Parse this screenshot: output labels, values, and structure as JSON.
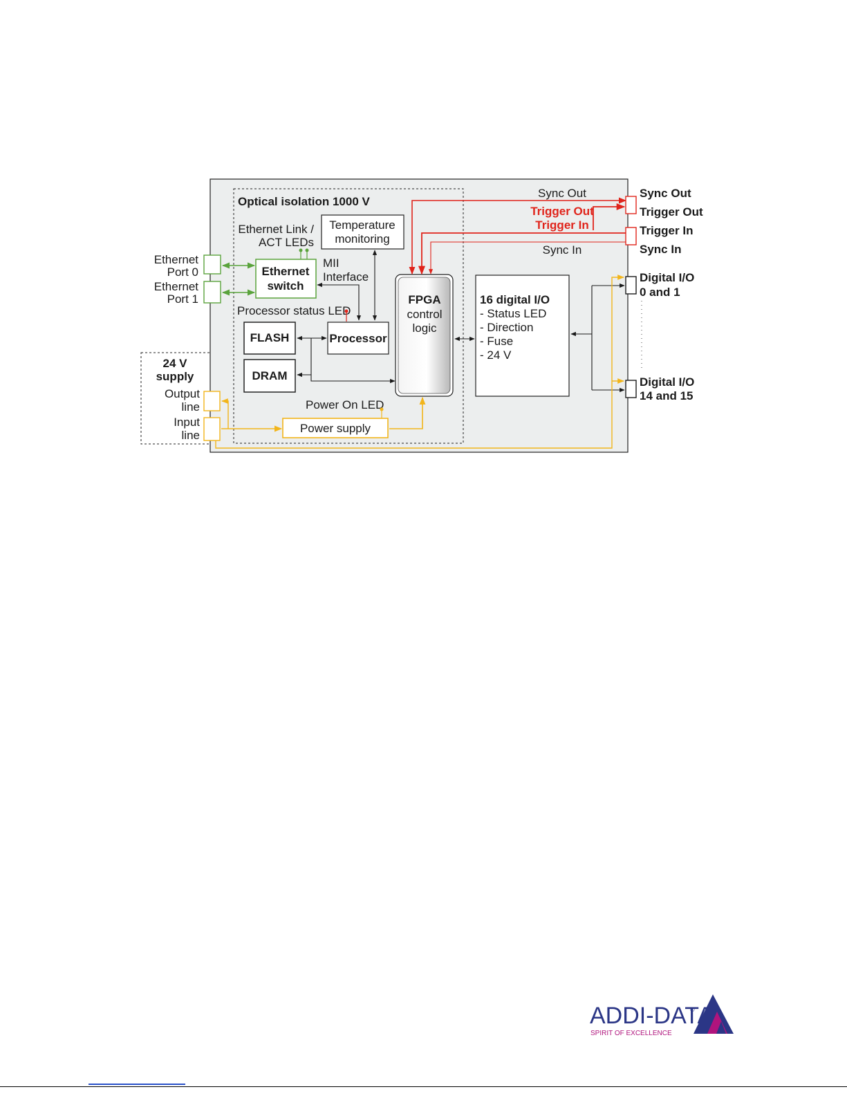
{
  "diagram": {
    "isolation_title": "Optical isolation 1000 V",
    "ethernet_link_leds": [
      "Ethernet Link /",
      "ACT LEDs"
    ],
    "temperature": [
      "Temperature",
      "monitoring"
    ],
    "ethernet_switch": [
      "Ethernet",
      "switch"
    ],
    "mii_interface": [
      "MII",
      "Interface"
    ],
    "processor_status_led": "Processor status LED",
    "flash": "FLASH",
    "dram": "DRAM",
    "processor": "Processor",
    "fpga": [
      "FPGA",
      "control",
      "logic"
    ],
    "digital_io_block": {
      "title": "16 digital I/O",
      "items": [
        "- Status LED",
        "- Direction",
        "- Fuse",
        "- 24 V"
      ]
    },
    "power_on_led": "Power On LED",
    "power_supply": "Power supply",
    "supply_box": {
      "title": [
        "24 V",
        "supply"
      ],
      "output_line": [
        "Output",
        "line"
      ],
      "input_line": [
        "Input",
        "line"
      ]
    },
    "ethernet_port0": [
      "Ethernet",
      "Port 0"
    ],
    "ethernet_port1": [
      "Ethernet",
      "Port 1"
    ],
    "sync_out_internal": "Sync Out",
    "trigger_out_internal": "Trigger Out",
    "trigger_in_internal": "Trigger In",
    "sync_in_internal": "Sync In",
    "connector_labels": {
      "sync_out": "Sync Out",
      "trigger_out": "Trigger Out",
      "trigger_in": "Trigger In",
      "sync_in": "Sync In",
      "dio_top": [
        "Digital I/O",
        "0 and 1"
      ],
      "dio_bottom": [
        "Digital I/O",
        "14 and 15"
      ]
    }
  },
  "logo": {
    "name": "ADDI-DATA",
    "registered": "®",
    "tagline": "SPIRIT OF EXCELLENCE"
  },
  "colors": {
    "ethernet_green": "#5aa33c",
    "trigger_red": "#e0241b",
    "power_yellow": "#f2b51b",
    "board_fill": "#eceeee",
    "logo_blue": "#2b3686",
    "logo_magenta": "#b0147d"
  }
}
